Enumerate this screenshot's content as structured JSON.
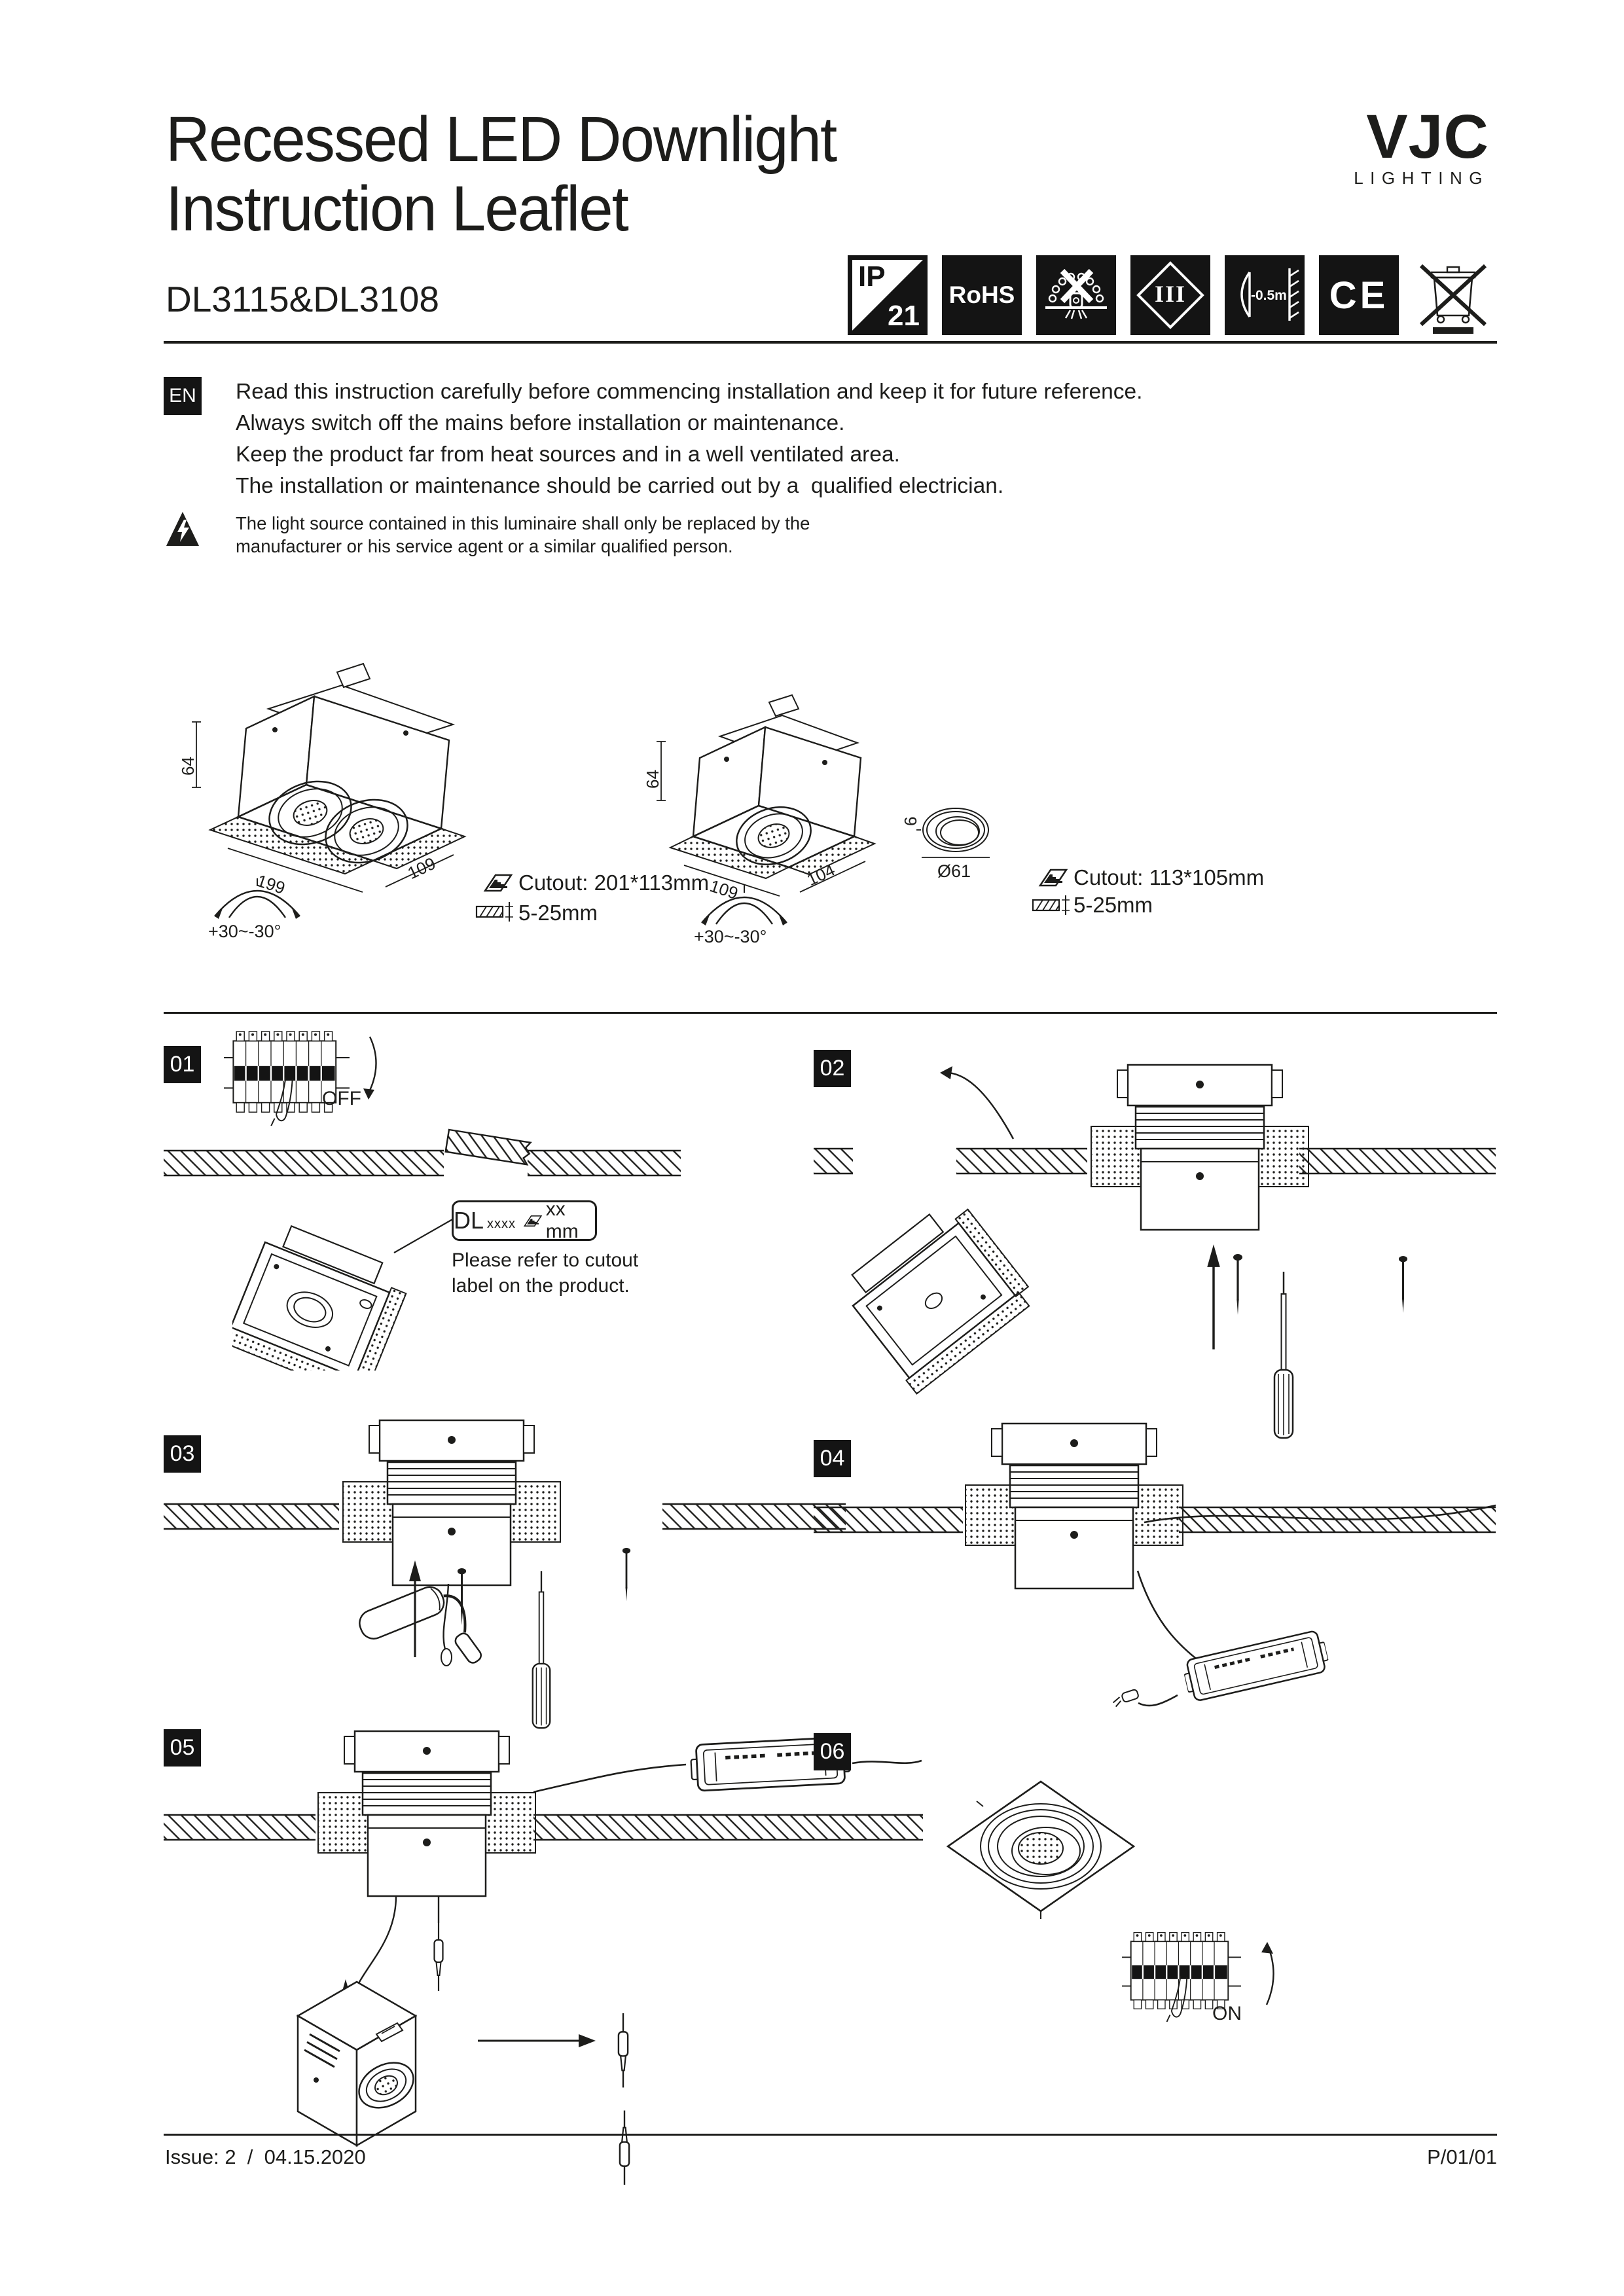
{
  "header": {
    "title_line1": "Recessed LED Downlight",
    "title_line2": "Instruction Leaflet",
    "model": "DL3115&DL3108",
    "logo": "VJC",
    "logo_subtitle": "LIGHTING"
  },
  "badges": {
    "ip_label": "IP",
    "ip_rating": "21",
    "rohs": "RoHS",
    "class_iii": "III",
    "distance": "-0.5m",
    "ce": "CE"
  },
  "intro": {
    "lang": "EN",
    "lines": [
      "Read this instruction carefully before commencing installation and keep it for future reference.",
      "Always switch off the mains before installation or maintenance.",
      "Keep the product far from heat sources and in a well ventilated area.",
      "The installation or maintenance should be carried out by a  qualified electrician."
    ]
  },
  "warning": {
    "line1": "The light source contained in this luminaire shall only be replaced by the",
    "line2": "manufacturer or his service agent or a similar qualified person."
  },
  "overview": {
    "left": {
      "height": "64",
      "length": "199",
      "width": "109",
      "tilt": "+30~-30°",
      "cutout": "Cutout: 201*113mm",
      "ceiling_thickness": "5-25mm"
    },
    "right": {
      "height": "64",
      "width": "109",
      "depth": "104",
      "tilt": "+30~-30°",
      "trim_height": "6",
      "trim_diameter": "Ø61",
      "cutout": "Cutout: 113*105mm",
      "ceiling_thickness": "5-25mm"
    }
  },
  "steps": {
    "s01": {
      "num": "01",
      "switch_label": "OFF",
      "label_dl": "DL",
      "label_xxxx": "xxxx",
      "label_mm": "xx mm",
      "note": "Please refer to cutout label on the product."
    },
    "s02": {
      "num": "02"
    },
    "s03": {
      "num": "03"
    },
    "s04": {
      "num": "04"
    },
    "s05": {
      "num": "05"
    },
    "s06": {
      "num": "06",
      "switch_label": "ON"
    }
  },
  "footer": {
    "issue": "Issue: 2  /  04.15.2020",
    "page_no": "P/01/01"
  }
}
